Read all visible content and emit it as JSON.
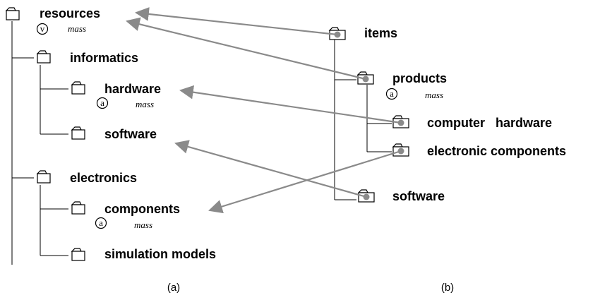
{
  "panel_a": {
    "caption": "(a)",
    "nodes": {
      "resources": {
        "label": "resources",
        "badge": "v",
        "note": "mass"
      },
      "informatics": {
        "label": "informatics"
      },
      "hardware": {
        "label": "hardware",
        "badge": "a",
        "note": "mass"
      },
      "software": {
        "label": "software"
      },
      "electronics": {
        "label": "electronics"
      },
      "components": {
        "label": "components",
        "badge": "a",
        "note": "mass"
      },
      "simulation_models": {
        "label": "simulation models"
      }
    }
  },
  "panel_b": {
    "caption": "(b)",
    "nodes": {
      "items": {
        "label": "items"
      },
      "products": {
        "label": "products",
        "badge": "a",
        "note": "mass"
      },
      "computer_hardware": {
        "label": "computer   hardware"
      },
      "electronic_components": {
        "label": "electronic components"
      },
      "software": {
        "label": "software"
      }
    }
  },
  "mappings": [
    {
      "from": "panel_b.items",
      "to": "panel_a.resources"
    },
    {
      "from": "panel_b.products",
      "to": "panel_a.resources"
    },
    {
      "from": "panel_b.computer_hardware",
      "to": "panel_a.hardware"
    },
    {
      "from": "panel_b.electronic_components",
      "to": "panel_a.components"
    },
    {
      "from": "panel_b.software",
      "to": "panel_a.software"
    }
  ],
  "colors": {
    "arrow": "#8a8a8a",
    "line": "#000000",
    "dot": "#8a8a8a"
  }
}
